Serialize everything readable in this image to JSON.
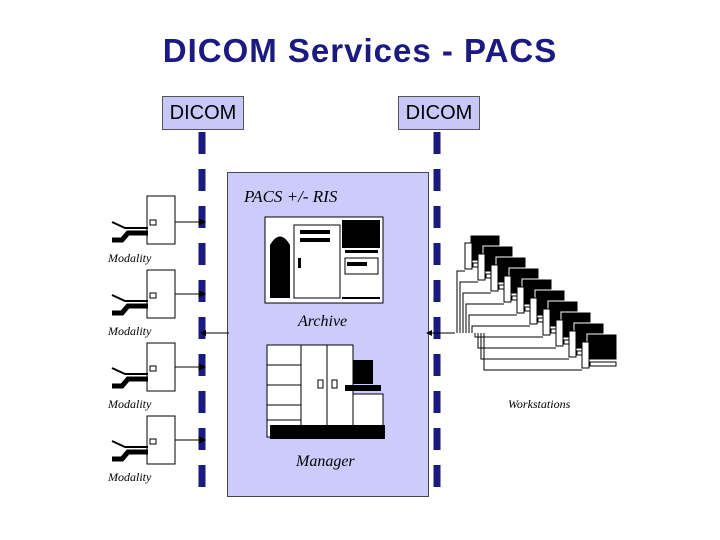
{
  "title": "DICOM Services - PACS",
  "dicom_left": "DICOM",
  "dicom_right": "DICOM",
  "pacs_label": "PACS +/- RIS",
  "archive_label": "Archive",
  "manager_label": "Manager",
  "modalities": [
    "Modality",
    "Modality",
    "Modality",
    "Modality"
  ],
  "workstations_label": "Workstations",
  "colors": {
    "title": "#1a1a80",
    "bus": "#1a1a80",
    "pacs_fill": "#ccccfc",
    "dicom_fill": "#c8c8f8"
  }
}
